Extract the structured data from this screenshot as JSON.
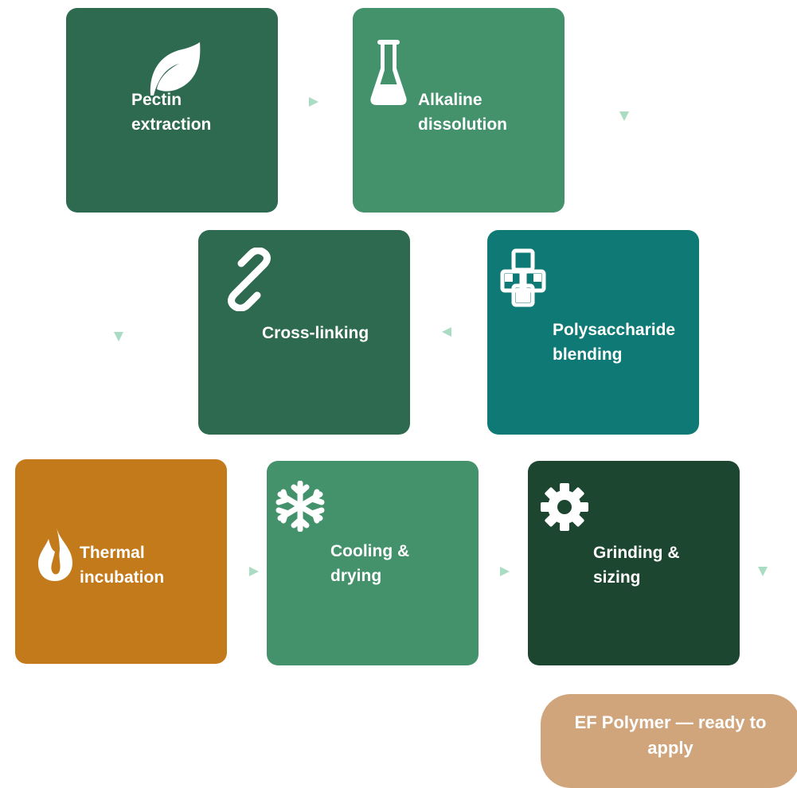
{
  "steps": [
    {
      "label": "Pectin\nextraction",
      "icon": "leaf-icon",
      "color": "#2e6a4f"
    },
    {
      "label": "Alkaline\ndissolution",
      "icon": "flask-icon",
      "color": "#43926c"
    },
    {
      "label": "Polysaccharide\nblending",
      "icon": "cubes-icon",
      "color": "#0f7a75"
    },
    {
      "label": "Cross-linking",
      "icon": "link-icon",
      "color": "#2e6a4f"
    },
    {
      "label": "Thermal\nincubation",
      "icon": "flame-icon",
      "color": "#c37a1a"
    },
    {
      "label": "Cooling &\ndrying",
      "icon": "snowflake-icon",
      "color": "#43926c"
    },
    {
      "label": "Grinding &\nsizing",
      "icon": "gear-icon",
      "color": "#1c4630"
    }
  ],
  "final": {
    "label": "EF Polymer — ready to apply",
    "color": "#d0a57c"
  },
  "colors": {
    "arrow": "#a9dcc2",
    "text": "#ffffff"
  }
}
